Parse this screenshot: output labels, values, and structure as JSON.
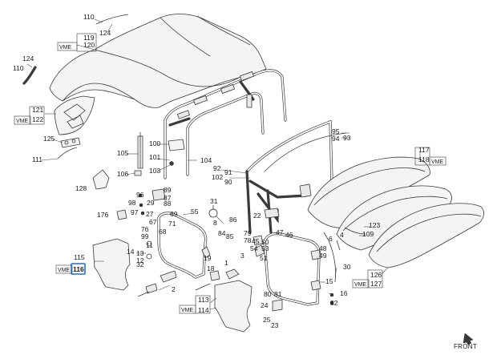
{
  "diagram": {
    "front_label": "FRONT",
    "highlighted_callout": "116",
    "vme_tag": "VME",
    "callouts": [
      "110",
      "124",
      "119",
      "120",
      "124",
      "110",
      "121",
      "122",
      "125",
      "111",
      "105",
      "106",
      "128",
      "100",
      "101",
      "103",
      "104",
      "92",
      "91",
      "102",
      "90",
      "95",
      "94",
      "93",
      "117",
      "118",
      "96",
      "89",
      "98",
      "87",
      "88",
      "29",
      "27",
      "97",
      "176",
      "31",
      "8",
      "55",
      "69",
      "67",
      "76",
      "99",
      "68",
      "71",
      "22",
      "86",
      "84",
      "85",
      "79",
      "78",
      "47",
      "46",
      "45",
      "54",
      "50",
      "53",
      "51",
      "3",
      "2",
      "1",
      "11",
      "14",
      "13",
      "12",
      "32",
      "115",
      "116",
      "19",
      "18",
      "48",
      "49",
      "15",
      "6",
      "4",
      "109",
      "123",
      "30",
      "126",
      "127",
      "16",
      "82",
      "80",
      "81",
      "24",
      "25",
      "23",
      "113",
      "114"
    ]
  }
}
